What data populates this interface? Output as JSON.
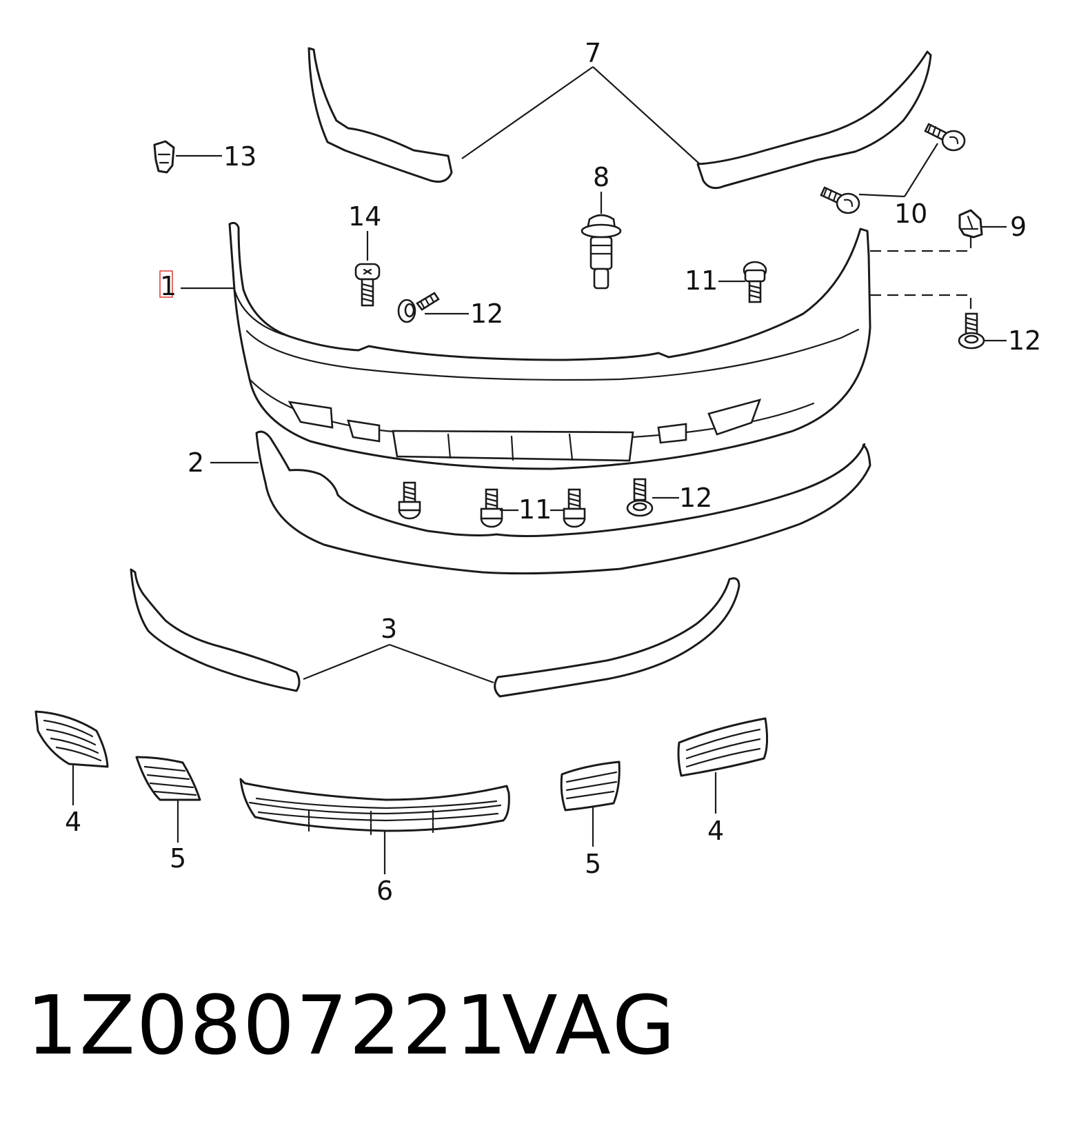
{
  "callouts": {
    "c1": "1",
    "c2": "2",
    "c3": "3",
    "c4a": "4",
    "c4b": "4",
    "c5a": "5",
    "c5b": "5",
    "c6": "6",
    "c7": "7",
    "c8": "8",
    "c9": "9",
    "c10": "10",
    "c11a": "11",
    "c11b": "11",
    "c12a": "12",
    "c12b": "12",
    "c12c": "12",
    "c13": "13",
    "c14": "14"
  },
  "footer": {
    "part_number": "1Z0807221",
    "brand": "VAG"
  },
  "colors": {
    "line": "#1a1a1a",
    "highlight": "#e0362c",
    "background": "#ffffff"
  }
}
